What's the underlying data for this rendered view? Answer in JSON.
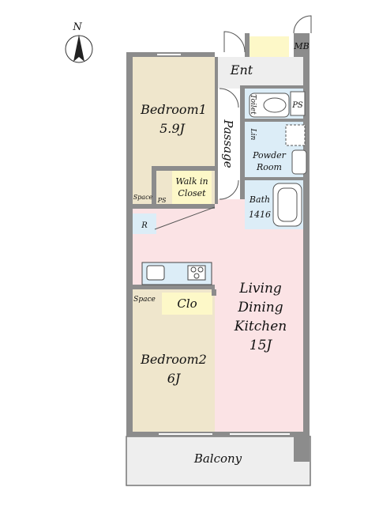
{
  "compass": {
    "label": "N",
    "icon": "north-arrow-icon"
  },
  "rooms": {
    "bedroom1": {
      "name": "Bedroom1",
      "size": "5.9J"
    },
    "bedroom2": {
      "name": "Bedroom2",
      "size": "6J"
    },
    "living": {
      "line1": "Living",
      "line2": "Dining",
      "line3": "Kitchen",
      "size": "15J"
    },
    "walk_in": {
      "line1": "Walk in",
      "line2": "Closet"
    },
    "powder": {
      "line1": "Powder",
      "line2": "Room"
    },
    "bath": {
      "line1": "Bath",
      "line2": "1416"
    },
    "passage": "Passage",
    "entrance": "Ent",
    "toilet": "Toilet",
    "linen": "Lin",
    "meter_box": "MB",
    "pipe_space_top": "PS",
    "pipe_space_small": "PS",
    "space_top": "Space",
    "space_bottom": "Space",
    "closet": "Clo",
    "refrigerator": "R",
    "balcony": "Balcony"
  },
  "colors": {
    "bedroom": "#efe6cc",
    "living": "#fbe3e5",
    "wet": "#dcedf7",
    "closet": "#fdf8c8",
    "wall": "#8c8c8c",
    "balcony": "#eeeeee"
  }
}
